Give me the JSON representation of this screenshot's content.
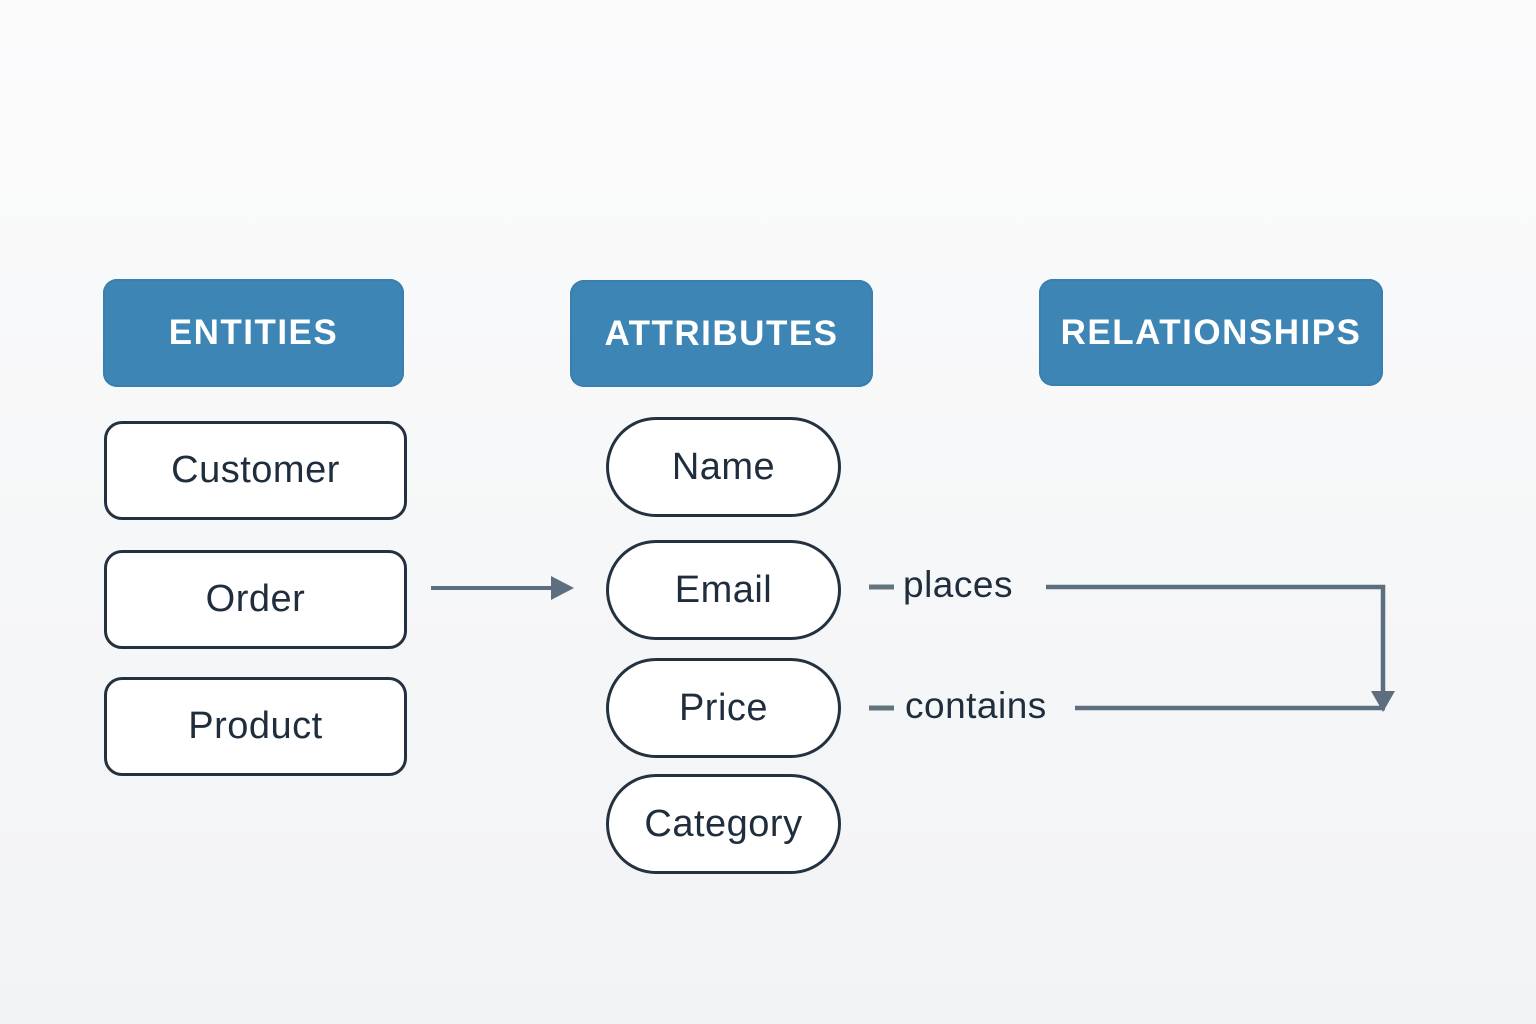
{
  "colors": {
    "background": "#f6f7f8",
    "header_background": "#3d85b5",
    "header_text": "#ffffff",
    "node_background": "#ffffff",
    "node_border": "#243240",
    "node_text": "#1f2d3d",
    "connector": "#5d6e7f"
  },
  "columns": {
    "entities": {
      "header": "ENTITIES",
      "items": [
        {
          "label": "Customer"
        },
        {
          "label": "Order"
        },
        {
          "label": "Product"
        }
      ]
    },
    "attributes": {
      "header": "ATTRIBUTES",
      "items": [
        {
          "label": "Name"
        },
        {
          "label": "Email"
        },
        {
          "label": "Price"
        },
        {
          "label": "Category"
        }
      ]
    },
    "relationships": {
      "header": "RELATIONSHIPS",
      "items": [
        {
          "label": "places"
        },
        {
          "label": "contains"
        }
      ]
    }
  },
  "connections": [
    {
      "type": "arrow",
      "from": "Order",
      "to": "Email"
    },
    {
      "type": "elbow-arrow-down",
      "label": "places",
      "from": "Email"
    },
    {
      "type": "line",
      "label": "contains",
      "from": "Price"
    }
  ]
}
